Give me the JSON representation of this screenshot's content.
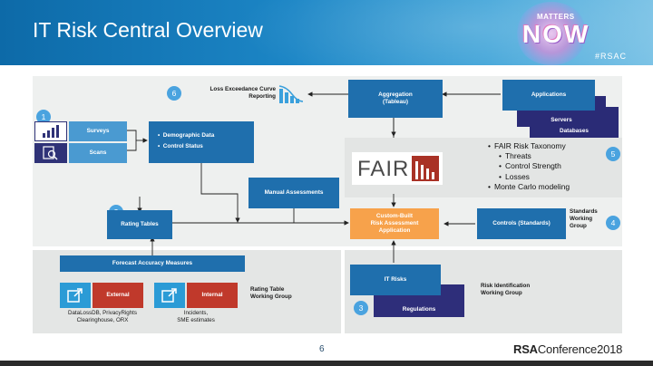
{
  "header": {
    "title": "IT Risk Central Overview",
    "logo_top": "MATTERS",
    "logo_main": "NOW",
    "hashtag": "#RSAC"
  },
  "colors": {
    "header_blue": "#1c86c6",
    "box_blue": "#1f6fad",
    "navy": "#2e2e7a",
    "orange": "#f7a24b",
    "red": "#c0392b",
    "badge": "#4aa3df"
  },
  "badges": [
    "1",
    "2",
    "3",
    "4",
    "5",
    "6"
  ],
  "inputs": {
    "surveys": "Surveys",
    "scans": "Scans",
    "demographic": [
      "Demographic Data",
      "Control Status"
    ]
  },
  "loss_curve": "Loss Exceedance Curve\nReporting",
  "aggregation": "Aggregation\n(Tableau)",
  "stack": {
    "applications": "Applications",
    "servers": "Servers",
    "databases": "Databases"
  },
  "fair": {
    "logo_text": "FAIR",
    "taxonomy": [
      "FAIR Risk Taxonomy",
      "Threats",
      "Control Strength",
      "Losses",
      "Monte Carlo modeling"
    ]
  },
  "manual": "Manual Assessments",
  "rating_tables": "Rating Tables",
  "custom_app": "Custom-Built\nRisk Assessment\nApplication",
  "controls": {
    "label": "Controls (Standards)",
    "group": "Standards\nWorking\nGroup"
  },
  "forecast": {
    "title": "Forecast Accuracy Measures",
    "external": "External",
    "internal": "Internal",
    "external_src": "DataLossDB, PrivacyRights\nClearinghouse, ORX",
    "internal_src": "Incidents,\nSME estimates",
    "group": "Rating Table\nWorking Group"
  },
  "it_risks": {
    "label": "IT Risks",
    "regulations": "Regulations",
    "group": "Risk Identification\nWorking Group"
  },
  "footer": {
    "page": "6",
    "brand_bold": "RSA",
    "brand_rest": "Conference",
    "year": "2018"
  }
}
